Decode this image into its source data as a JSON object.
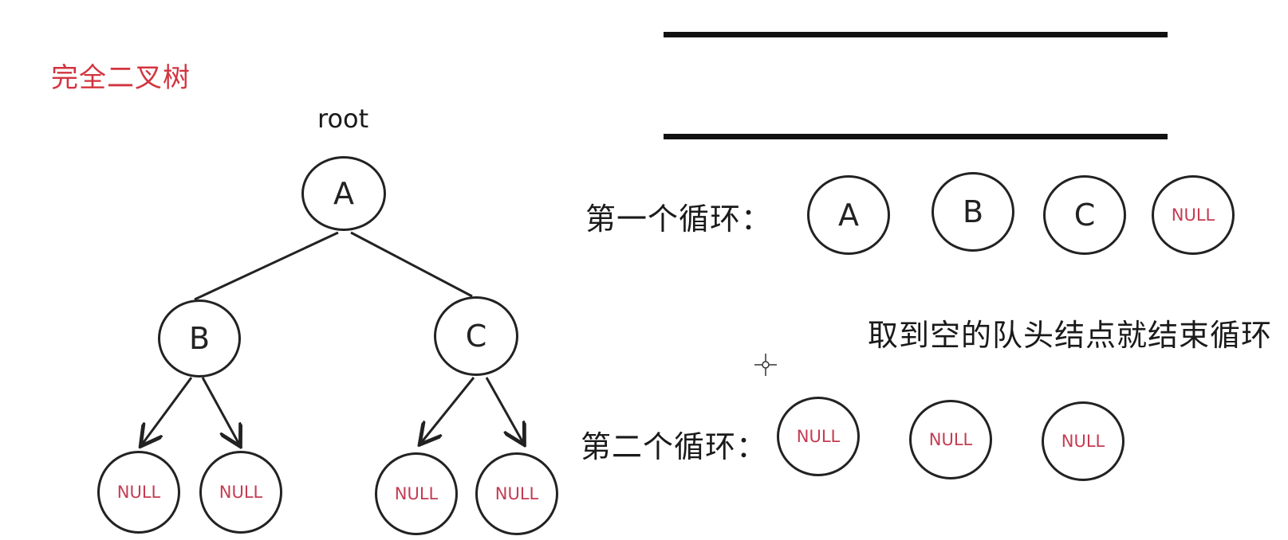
{
  "title": "完全二叉树",
  "tree": {
    "root_label": "root",
    "nodes": {
      "a": "A",
      "b": "B",
      "c": "C",
      "b_left": "NULL",
      "b_right": "NULL",
      "c_left": "NULL",
      "c_right": "NULL"
    }
  },
  "loops": [
    {
      "label": "第一个循环：",
      "nodes": [
        "A",
        "B",
        "C",
        "NULL"
      ]
    },
    {
      "label": "第二个循环：",
      "nodes": [
        "NULL",
        "NULL",
        "NULL"
      ]
    }
  ],
  "note": "取到空的队头结点就结束循环",
  "colors": {
    "title": "#d2343f",
    "null_text": "#c43c52",
    "stroke": "#222222"
  }
}
